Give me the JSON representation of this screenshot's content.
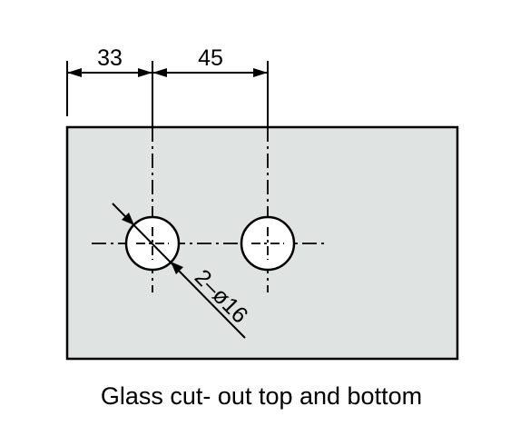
{
  "drawing": {
    "dimensions": {
      "left_offset": "33",
      "hole_spacing": "45",
      "hole_callout": "2–ø16"
    },
    "caption": "Glass cut- out top and bottom",
    "hole_count": 2,
    "colors": {
      "glass_fill": "#dfe3e2",
      "line": "#000000",
      "hole_fill": "#ffffff"
    }
  }
}
